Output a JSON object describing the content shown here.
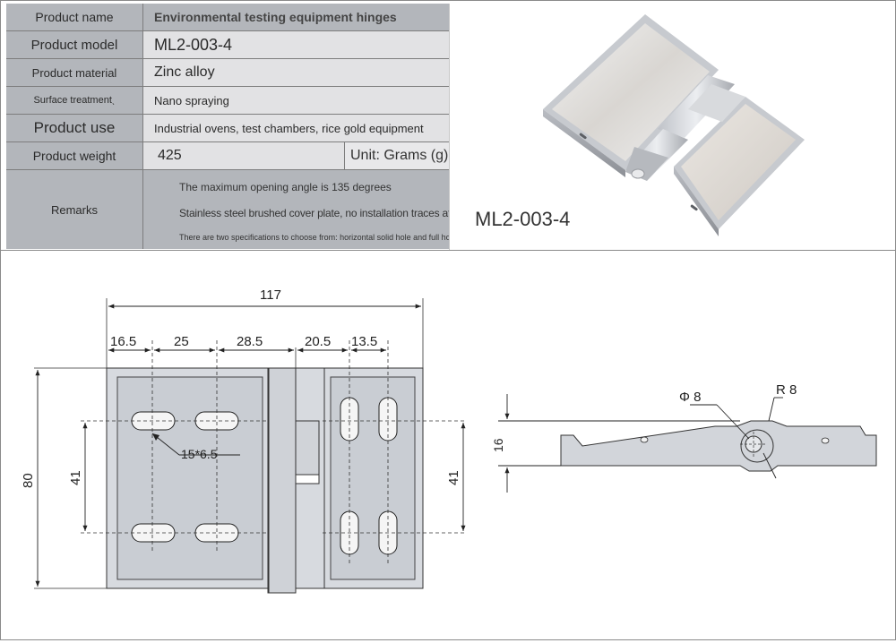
{
  "spec": {
    "rows": [
      {
        "label": "Product name",
        "value": "Environmental testing equipment hinges"
      },
      {
        "label": "Product model",
        "value": "ML2-003-4"
      },
      {
        "label": "Product material",
        "value": "Zinc alloy"
      },
      {
        "label": "Surface treatmentˎ",
        "value": "Nano spraying"
      },
      {
        "label": "Product use",
        "value": "Industrial ovens, test chambers, rice gold equipment"
      },
      {
        "label": "Product weight",
        "value": "425",
        "unit": "Unit: Grams (g)"
      }
    ],
    "remarks_label": "Remarks",
    "remarks": [
      "The maximum opening angle is 135 degrees",
      "Stainless steel brushed cover plate, no installation traces after installation̦",
      "There are two specifications to choose from: horizontal solid hole and full horizontal hole"
    ]
  },
  "photo": {
    "model_caption": "ML2-003-4"
  },
  "drawing": {
    "dims": {
      "total_width": "117",
      "d1": "16.5",
      "d2": "25",
      "d3": "28.5",
      "d4": "20.5",
      "d5": "13.5",
      "height": "80",
      "hole_spacing_left": "41",
      "hole_spacing_right": "41",
      "slot_size": "15*6.5",
      "side_height": "16",
      "pin_dia": "Φ 8",
      "radius": "R 8"
    }
  }
}
